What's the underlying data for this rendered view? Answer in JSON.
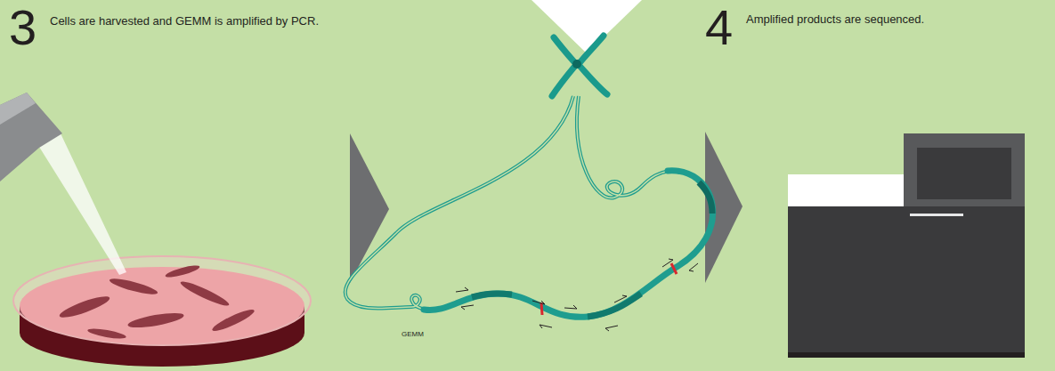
{
  "diagram": {
    "labels": [
      "3",
      "Cells are harvested and GEMM is amplified by PCR.",
      "GEMM",
      "4",
      "Amplified products are sequenced."
    ]
  }
}
